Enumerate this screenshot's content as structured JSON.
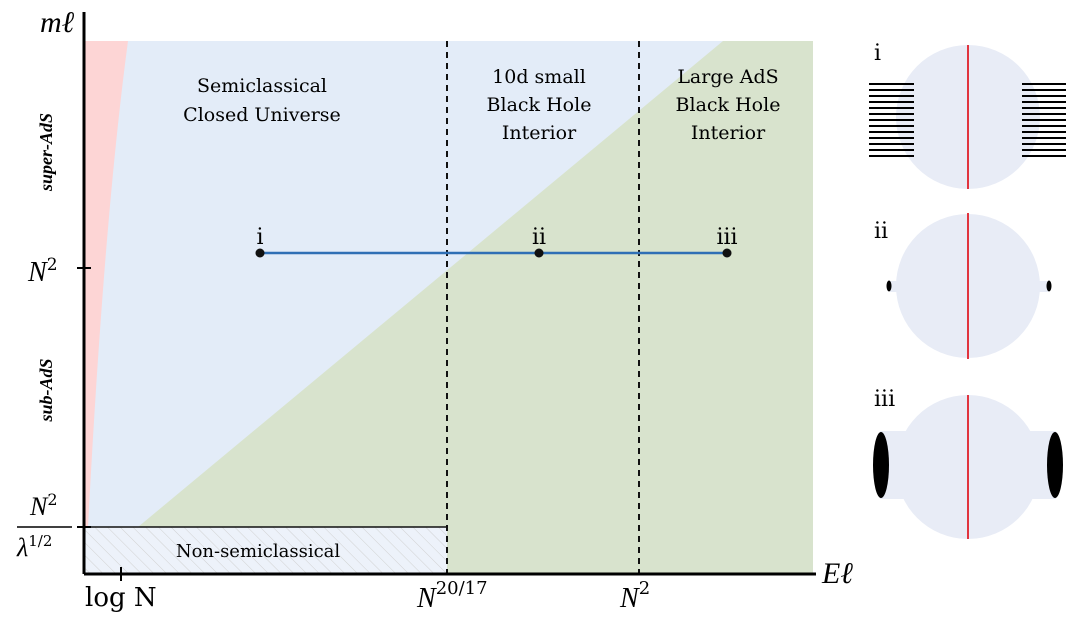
{
  "axes": {
    "y_label": "mℓ",
    "x_label": "Eℓ",
    "y_ticks": {
      "n2_base": "N",
      "n2_exp": "2",
      "frac_num_base": "N",
      "frac_num_exp": "2",
      "frac_den_base": "λ",
      "frac_den_exp": "1/2"
    },
    "x_ticks": {
      "log_n": "log N",
      "n2017_base": "N",
      "n2017_exp": "20/17",
      "n2_base": "N",
      "n2_exp": "2"
    }
  },
  "side_labels": {
    "super_ads": "super-AdS",
    "sub_ads": "sub-AdS"
  },
  "regions": {
    "semiclassical": [
      "Semiclassical",
      "Closed Universe"
    ],
    "small_bh": [
      "10d small",
      "Black Hole",
      "Interior"
    ],
    "large_bh": [
      "Large AdS",
      "Black Hole",
      "Interior"
    ],
    "non_semiclassical": "Non-semiclassical"
  },
  "points": [
    "i",
    "ii",
    "iii"
  ],
  "insets": [
    "i",
    "ii",
    "iii"
  ],
  "colors": {
    "semiclassical": "#e3ecf8",
    "black_hole": "#d8e3cd",
    "forbidden": "#fdd5d5",
    "trajectory": "#2f6fb5",
    "cut": "#e0202a",
    "disk": "#e8ecf6"
  }
}
